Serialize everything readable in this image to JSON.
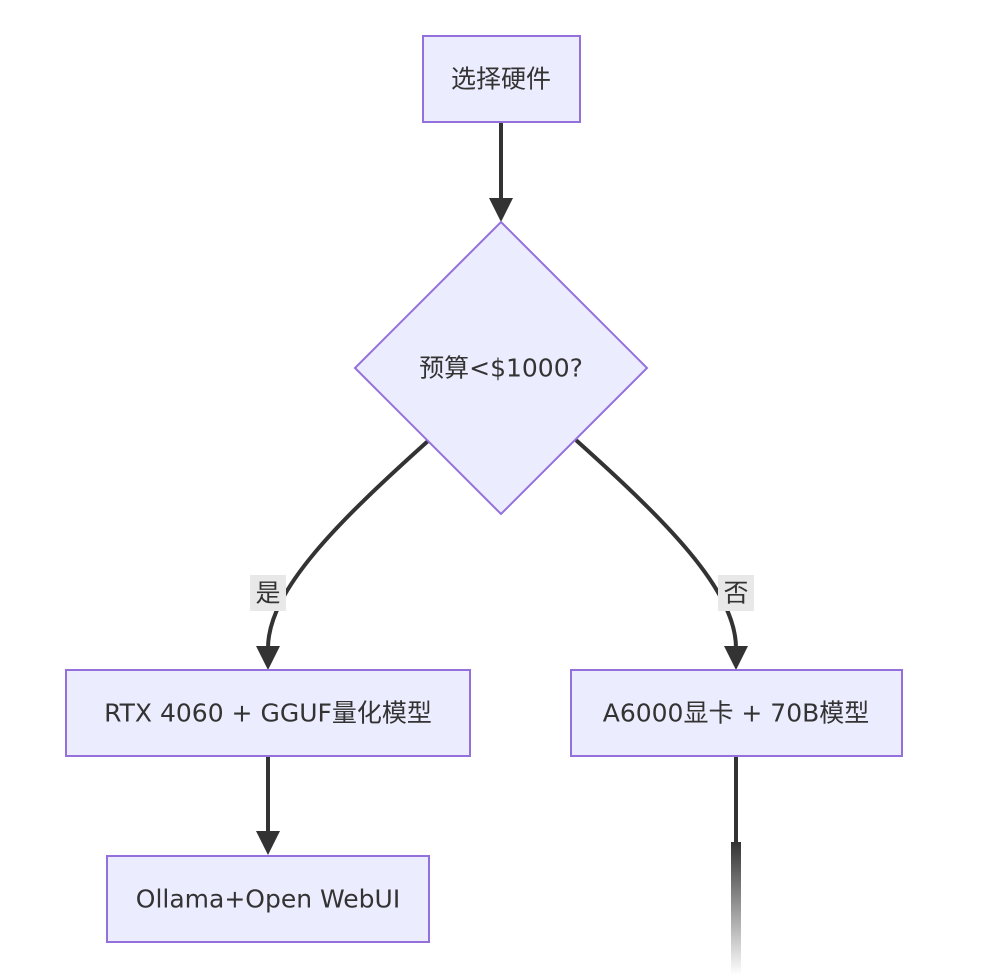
{
  "diagram": {
    "nodes": {
      "select_hardware": "选择硬件",
      "budget_check": "预算<$1000?",
      "rtx_option": "RTX 4060 + GGUF量化模型",
      "a6000_option": "A6000显卡 + 70B模型",
      "ollama_option": "Ollama+Open WebUI"
    },
    "edges": {
      "yes_label": "是",
      "no_label": "否"
    },
    "colors": {
      "node_fill": "#ECECFF",
      "node_stroke": "#9370DB",
      "edge": "#333333",
      "text": "#333333",
      "edge_label_bg": "#e8e8e8"
    }
  }
}
